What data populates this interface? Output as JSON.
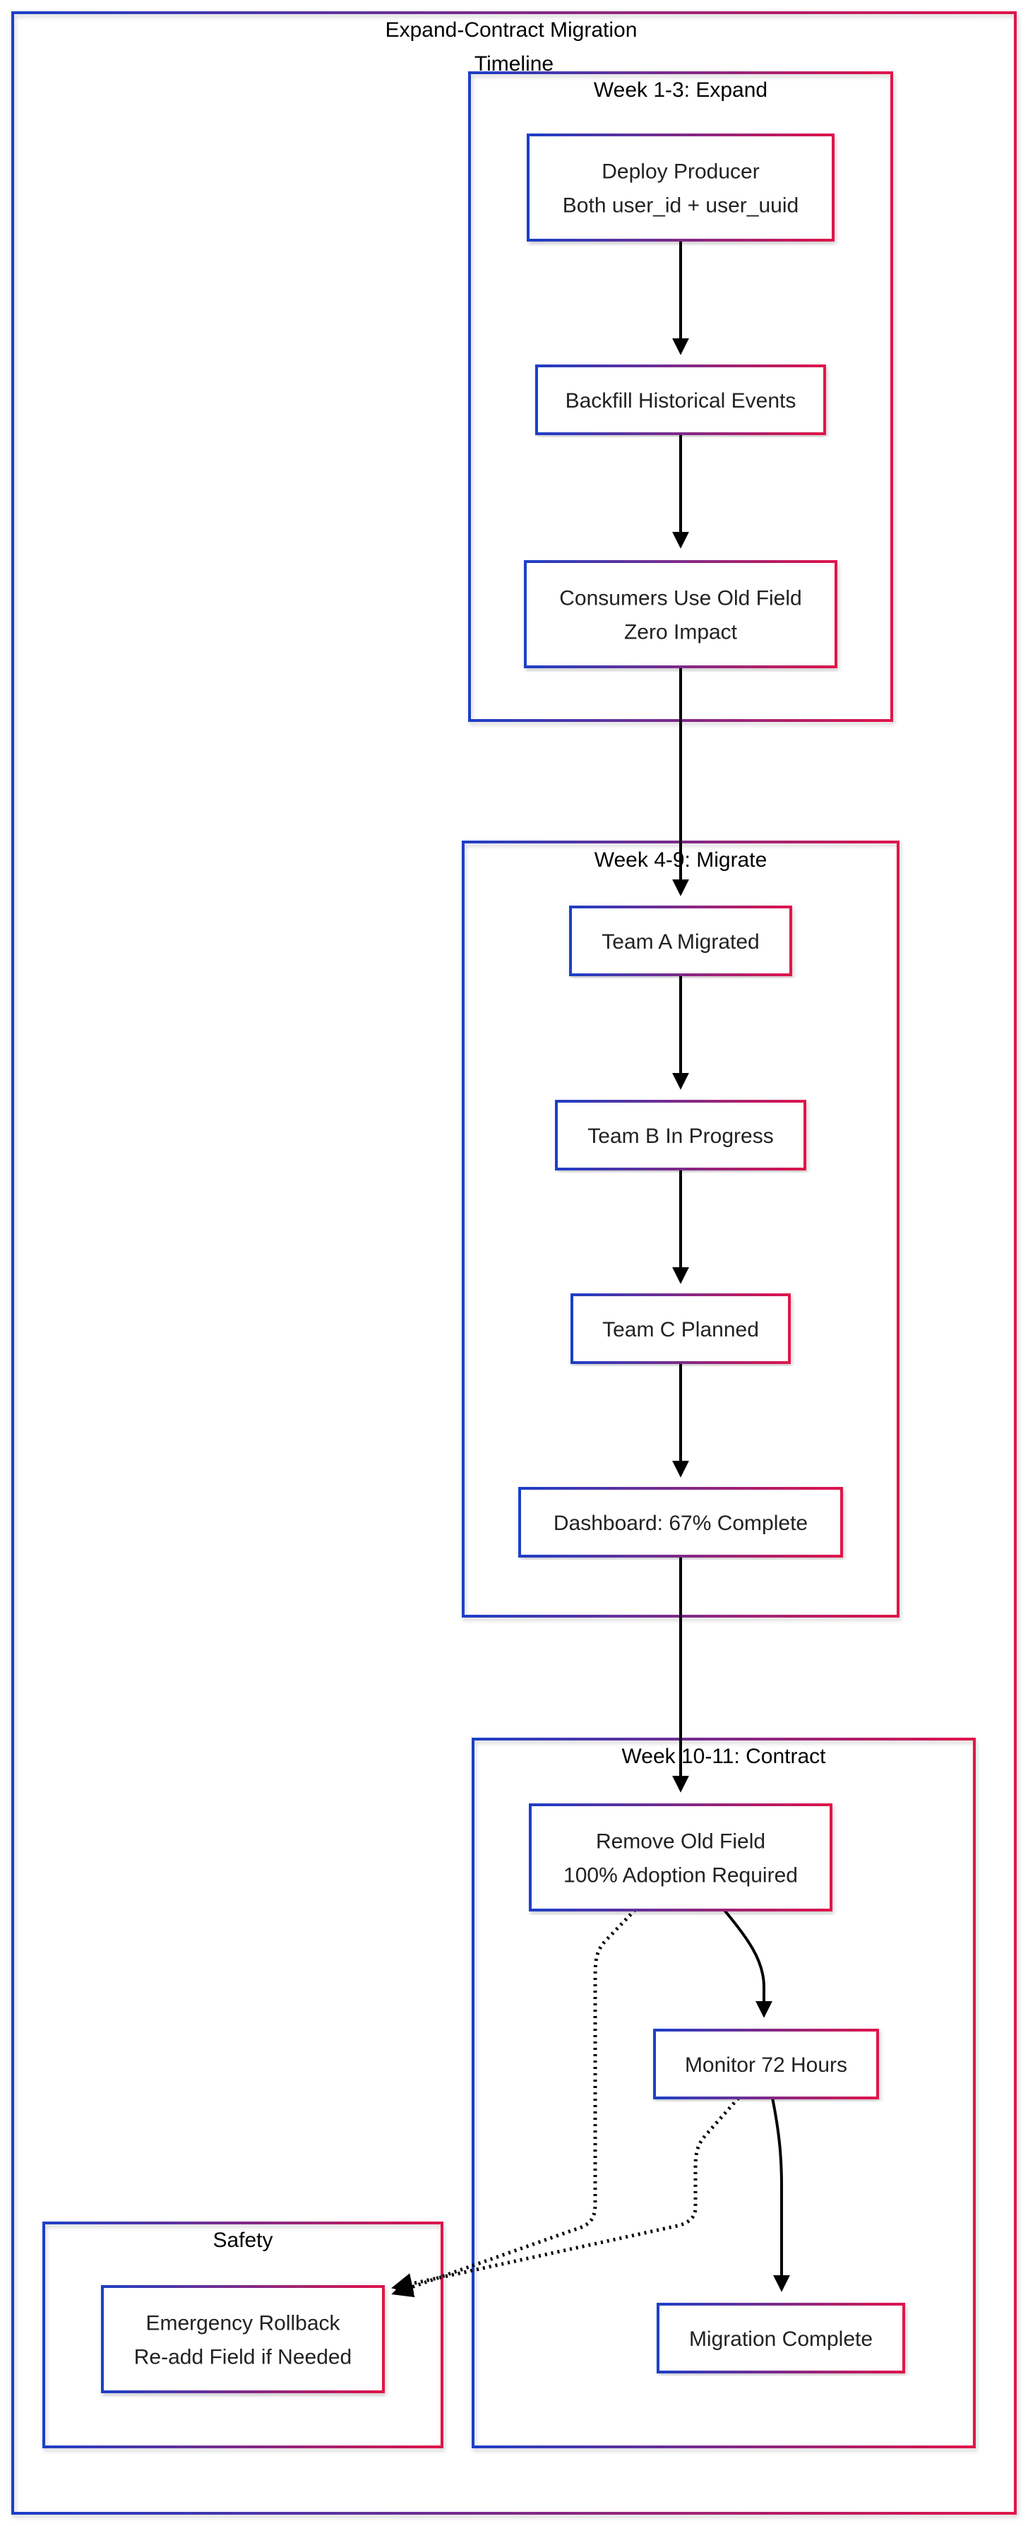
{
  "title_line1": "Expand-Contract Migration",
  "title_line2": "Timeline",
  "clusters": {
    "expand": "Week 1-3: Expand",
    "migrate": "Week 4-9: Migrate",
    "contract": "Week 10-11: Contract",
    "safety": "Safety"
  },
  "nodes": {
    "deploy_producer": [
      "Deploy Producer",
      "Both user_id + user_uuid"
    ],
    "backfill": [
      "Backfill Historical Events"
    ],
    "consumers_old_field": [
      "Consumers Use Old Field",
      "Zero Impact"
    ],
    "team_a": [
      "Team A Migrated"
    ],
    "team_b": [
      "Team B In Progress"
    ],
    "team_c": [
      "Team C Planned"
    ],
    "dashboard": [
      "Dashboard: 67% Complete"
    ],
    "remove_old_field": [
      "Remove Old Field",
      "100% Adoption Required"
    ],
    "monitor": [
      "Monitor 72 Hours"
    ],
    "migration_complete": [
      "Migration Complete"
    ],
    "rollback": [
      "Emergency Rollback",
      "Re-add Field if Needed"
    ]
  },
  "colors": {
    "gradient_start": "#1d3fc8",
    "gradient_end": "#e0144a",
    "arrow": "#000000"
  }
}
